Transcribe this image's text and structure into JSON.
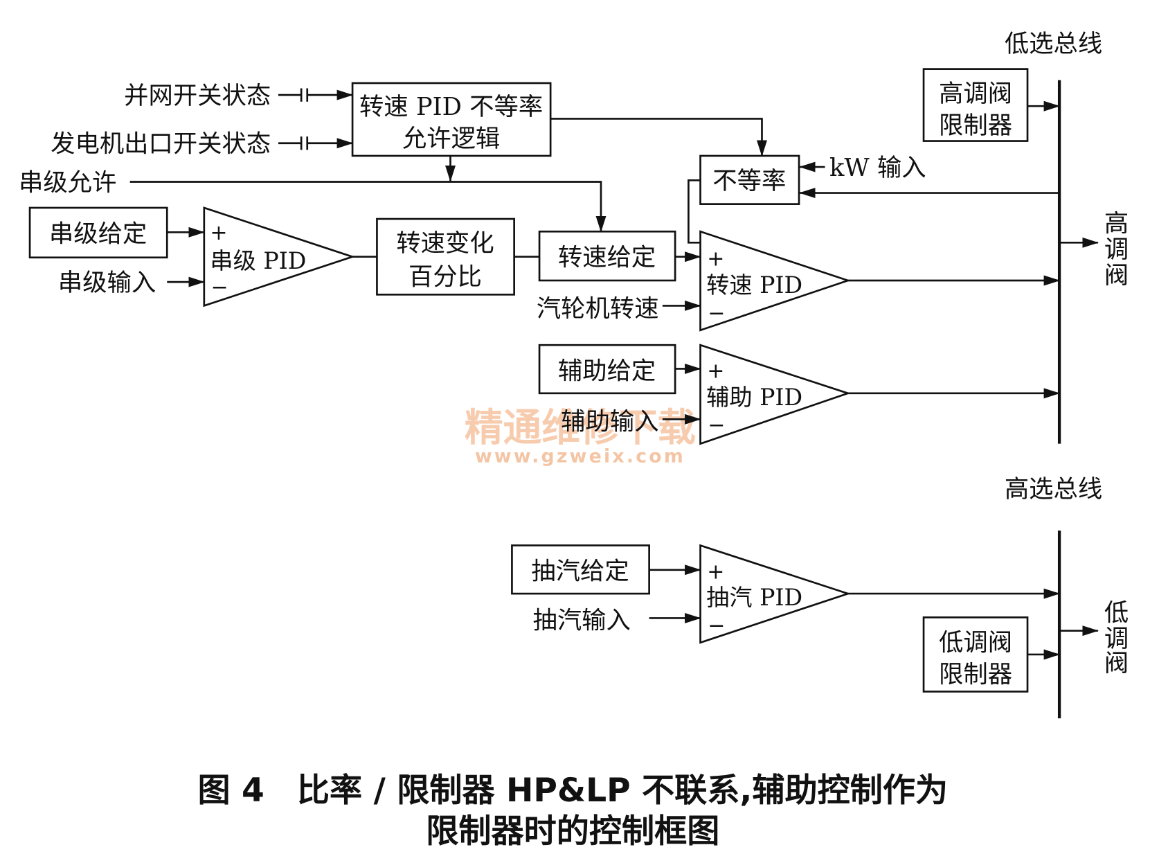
{
  "buses": {
    "low_select": "低选总线",
    "high_select": "高选总线"
  },
  "inputs": {
    "grid_switch": "并网开关状态",
    "gen_breaker": "发电机出口开关状态",
    "cascade_enable": "串级允许",
    "cascade_input": "串级输入",
    "turbine_speed": "汽轮机转速",
    "aux_input": "辅助输入",
    "kw_input": "kW 输入",
    "extraction_input": "抽汽输入"
  },
  "blocks": {
    "droop_logic": [
      "转速 PID 不等率",
      "允许逻辑"
    ],
    "droop": "不等率",
    "cascade_setpoint": "串级给定",
    "speed_change_pct": [
      "转速变化",
      "百分比"
    ],
    "speed_setpoint": "转速给定",
    "aux_setpoint": "辅助给定",
    "extraction_setpoint": "抽汽给定",
    "hp_limiter": [
      "高调阀",
      "限制器"
    ],
    "lp_limiter": [
      "低调阀",
      "限制器"
    ]
  },
  "pid": {
    "cascade": "串级 PID",
    "speed": "转速 PID",
    "aux": "辅助 PID",
    "extraction": "抽汽 PID",
    "plus": "+",
    "minus": "−"
  },
  "outputs": {
    "hp_valve": [
      "高",
      "调",
      "阀"
    ],
    "lp_valve": [
      "低",
      "调",
      "阀"
    ]
  },
  "watermark": {
    "cn": "精通维修下载",
    "url": "www.gzweix.com"
  },
  "caption": [
    "图 4　比率 / 限制器 HP&LP 不联系,辅助控制作为",
    "限制器时的控制框图"
  ]
}
